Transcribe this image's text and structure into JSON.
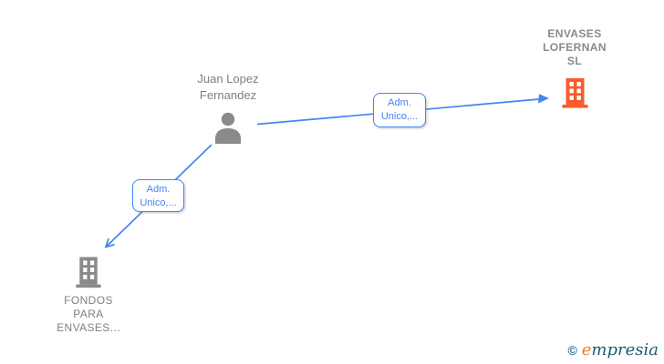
{
  "person": {
    "line1": "Juan Lopez",
    "line2": "Fernandez"
  },
  "company_main": {
    "line1": "ENVASES",
    "line2": "LOFERNAN",
    "line3": "SL"
  },
  "company_related": {
    "line1": "FONDOS",
    "line2": "PARA",
    "line3": "ENVASES..."
  },
  "edges": {
    "to_main": {
      "line1": "Adm.",
      "line2": "Unico,..."
    },
    "to_related": {
      "line1": "Adm.",
      "line2": "Unico,..."
    }
  },
  "footer": {
    "copyright_symbol": "©",
    "brand_initial": "e",
    "brand_rest": "mpresia"
  },
  "colors": {
    "edge_blue": "#4285f4",
    "label_text_blue": "#4285f4",
    "node_text_gray": "#7f7f7f",
    "icon_gray": "#8a8a8a",
    "company_main_orange": "#f95b2c",
    "logo_orange": "#ee7b29",
    "logo_teal": "#1d5a77",
    "copyright_blue": "#2d6e91"
  }
}
